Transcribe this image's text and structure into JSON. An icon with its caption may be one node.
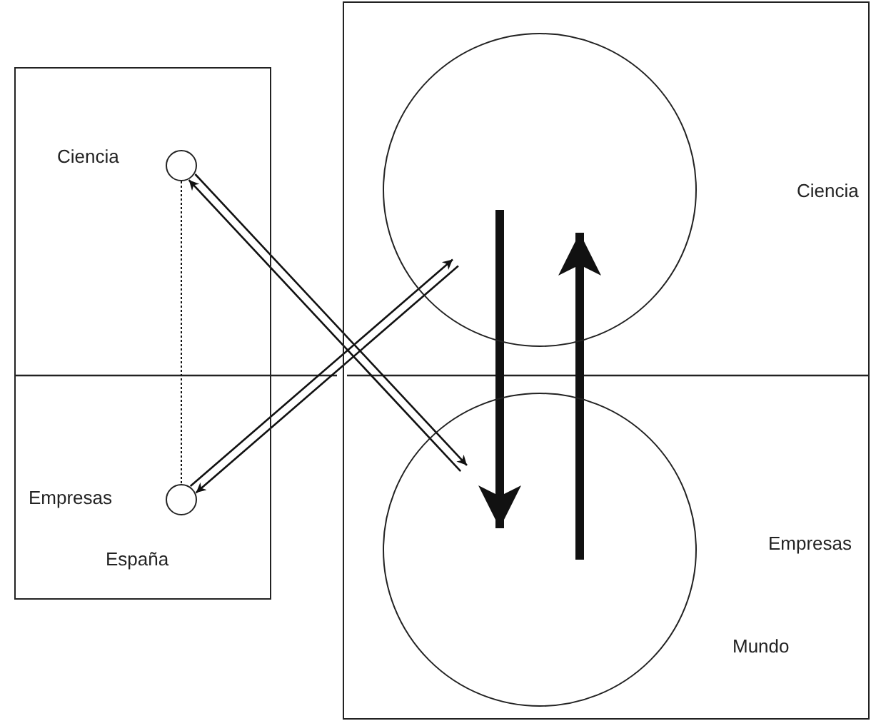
{
  "diagram": {
    "nodes": [
      {
        "text": [
          "España"
        ]
      },
      {
        "text": [],
        "shape": "circle",
        "in": 0,
        "beside": [
          "Ciencia"
        ]
      },
      {
        "text": [],
        "shape": "circle",
        "in": 0,
        "beside": [
          "Empresas"
        ]
      },
      {
        "text": [
          "Mundo"
        ]
      },
      {
        "text": [],
        "shape": "circle",
        "in": 3
      },
      {
        "text": [],
        "shape": "circle",
        "in": 3
      }
    ],
    "labels": [
      "Ciencia",
      "Empresas"
    ],
    "edges": [
      {
        "from": 1,
        "to": 2,
        "arrow": "none",
        "style": "dashed"
      },
      {
        "from": 1,
        "to": 5,
        "arrow": "to"
      },
      {
        "from": 5,
        "to": 1,
        "arrow": "to"
      },
      {
        "from": 2,
        "to": 4,
        "arrow": "to"
      },
      {
        "from": 4,
        "to": 2,
        "arrow": "to"
      },
      {
        "from": 4,
        "to": 5,
        "arrow": "to",
        "style": "thick"
      },
      {
        "from": 5,
        "to": 4,
        "arrow": "to",
        "style": "thick"
      }
    ]
  }
}
